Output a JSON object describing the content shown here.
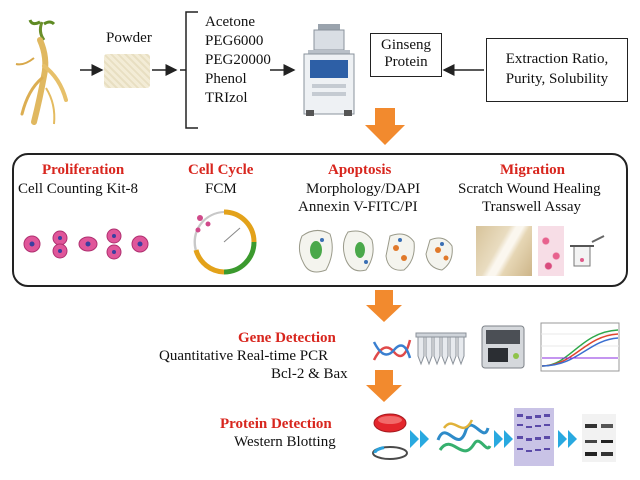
{
  "top": {
    "powder_label": "Powder",
    "solvents": [
      "Acetone",
      "PEG6000",
      "PEG20000",
      "Phenol",
      "TRIzol"
    ],
    "product_label": [
      "Ginseng",
      "Protein"
    ],
    "metrics_label": [
      "Extraction Ratio,",
      "Purity, Solubility"
    ]
  },
  "assays": [
    {
      "title": "Proliferation",
      "methods": [
        "Cell Counting Kit-8"
      ]
    },
    {
      "title": "Cell Cycle",
      "methods": [
        "FCM"
      ]
    },
    {
      "title": "Apoptosis",
      "methods": [
        "Morphology/DAPI",
        "Annexin V-FITC/PI"
      ]
    },
    {
      "title": "Migration",
      "methods": [
        "Scratch Wound Healing",
        "Transwell Assay"
      ]
    }
  ],
  "gene": {
    "title": "Gene Detection",
    "methods": [
      "Quantitative Real-time PCR",
      "Bcl-2 & Bax"
    ]
  },
  "protein": {
    "title": "Protein Detection",
    "methods": [
      "Western Blotting"
    ]
  },
  "colors": {
    "accent_red": "#d8261e",
    "arrow_orange": "#f28a2e",
    "cell_pink": "#e0569a",
    "chevron_blue": "#29a9e0"
  }
}
